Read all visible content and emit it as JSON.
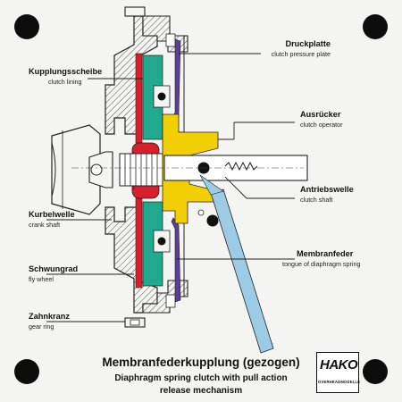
{
  "labels": {
    "druckplatte": {
      "de": "Druckplatte",
      "en": "clutch pressure plate"
    },
    "kupplungsscheibe": {
      "de": "Kupplungsscheibe",
      "en": "clutch lining"
    },
    "ausruecker": {
      "de": "Ausrücker",
      "en": "clutch operator"
    },
    "antriebswelle": {
      "de": "Antriebswelle",
      "en": "clutch shaft"
    },
    "kurbelwelle": {
      "de": "Kurbelwelle",
      "en": "crank shaft"
    },
    "membranfeder": {
      "de": "Membranfeder",
      "en": "tongue of diaphragm spring"
    },
    "schwungrad": {
      "de": "Schwungrad",
      "en": "fly wheel"
    },
    "zahnkranz": {
      "de": "Zahnkranz",
      "en": "gear ring"
    }
  },
  "title": {
    "de": "Membranfederkupplung (gezogen)",
    "en_line1": "Diaphragm spring clutch with pull action",
    "en_line2": "release mechanism"
  },
  "logo": {
    "mark": "HAKO",
    "sub": "OVERHEADMODELLE"
  },
  "colors": {
    "pressure_plate": "#20a98f",
    "lining": "#d7202b",
    "operator": "#f2cf05",
    "diaphragm": "#5a3f96",
    "lever": "#9ccbe4",
    "hatch": "#222222"
  }
}
